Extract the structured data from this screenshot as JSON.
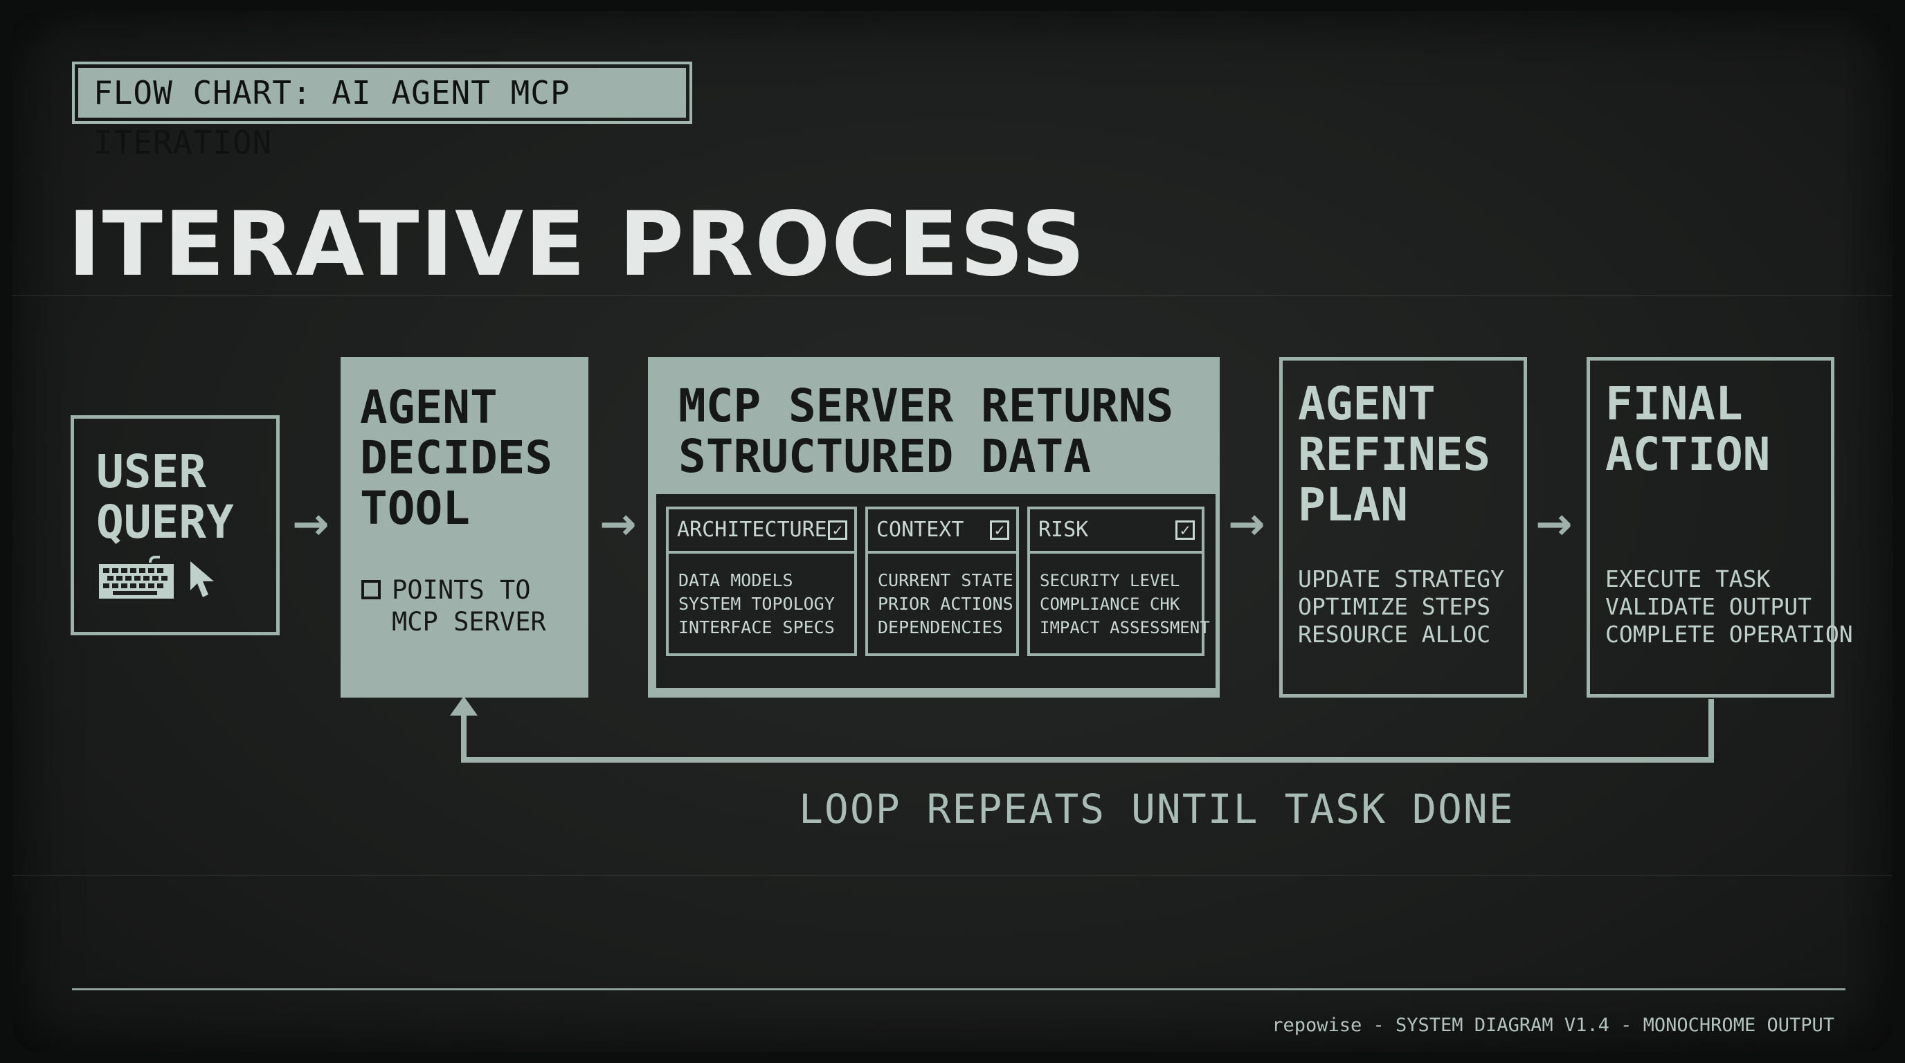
{
  "tag": "FLOW CHART: AI AGENT MCP ITERATION",
  "heading": "ITERATIVE PROCESS",
  "steps": {
    "user_query": {
      "title": "USER\nQUERY",
      "icons": [
        "keyboard-icon",
        "cursor-icon"
      ]
    },
    "agent_decides": {
      "title": "AGENT\nDECIDES\nTOOL",
      "note": "POINTS TO\nMCP SERVER"
    },
    "mcp_server": {
      "title": "MCP SERVER RETURNS\nSTRUCTURED DATA",
      "cards": [
        {
          "label": "ARCHITECTURE",
          "items": [
            "DATA MODELS",
            "SYSTEM TOPOLOGY",
            "INTERFACE SPECS"
          ]
        },
        {
          "label": "CONTEXT",
          "items": [
            "CURRENT STATE",
            "PRIOR ACTIONS",
            "DEPENDENCIES"
          ]
        },
        {
          "label": "RISK",
          "items": [
            "SECURITY LEVEL",
            "COMPLIANCE CHK",
            "IMPACT ASSESSMENT"
          ]
        }
      ]
    },
    "agent_refines": {
      "title": "AGENT\nREFINES\nPLAN",
      "items": "UPDATE STRATEGY\nOPTIMIZE STEPS\nRESOURCE ALLOC"
    },
    "final_action": {
      "title": "FINAL\nACTION",
      "items": "EXECUTE TASK\nVALIDATE OUTPUT\nCOMPLETE OPERATION"
    }
  },
  "loop_label": "LOOP REPEATS UNTIL TASK DONE",
  "footer": "repowise - SYSTEM DIAGRAM V1.4 - MONOCHROME OUTPUT",
  "colors": {
    "background": "#1c1e1d",
    "accent": "#9fb1ab",
    "text": "#e4e8e6"
  }
}
